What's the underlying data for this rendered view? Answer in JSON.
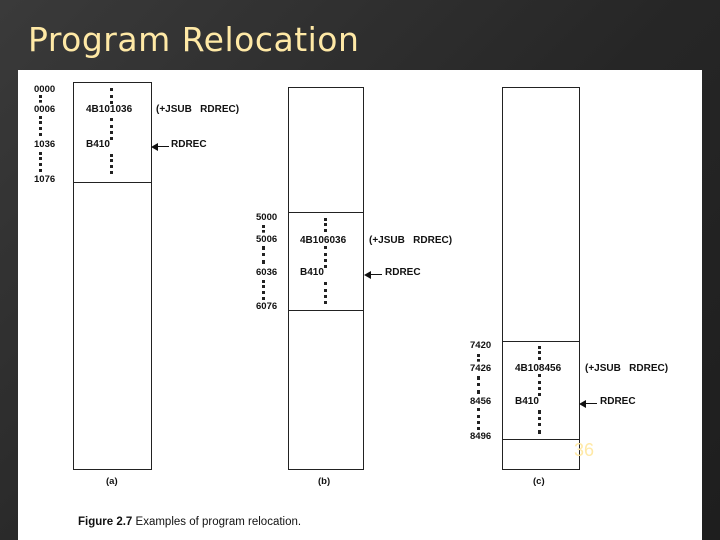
{
  "slide": {
    "title": "Program Relocation",
    "page_number": "36"
  },
  "figure": {
    "caption_prefix": "Figure 2.7",
    "caption_text": "Examples of program relocation.",
    "panels": [
      {
        "label": "(a)",
        "addresses": [
          "0000",
          "0006",
          "1036",
          "1076"
        ],
        "instr_code": "4B101036",
        "instr_note": "(+JSUB   RDREC)",
        "rdrec_code": "B410",
        "rdrec_label": "RDREC"
      },
      {
        "label": "(b)",
        "addresses": [
          "5000",
          "5006",
          "6036",
          "6076"
        ],
        "instr_code": "4B106036",
        "instr_note": "(+JSUB   RDREC)",
        "rdrec_code": "B410",
        "rdrec_label": "RDREC"
      },
      {
        "label": "(c)",
        "addresses": [
          "7420",
          "7426",
          "8456",
          "8496"
        ],
        "instr_code": "4B108456",
        "instr_note": "(+JSUB   RDREC)",
        "rdrec_code": "B410",
        "rdrec_label": "RDREC"
      }
    ]
  }
}
